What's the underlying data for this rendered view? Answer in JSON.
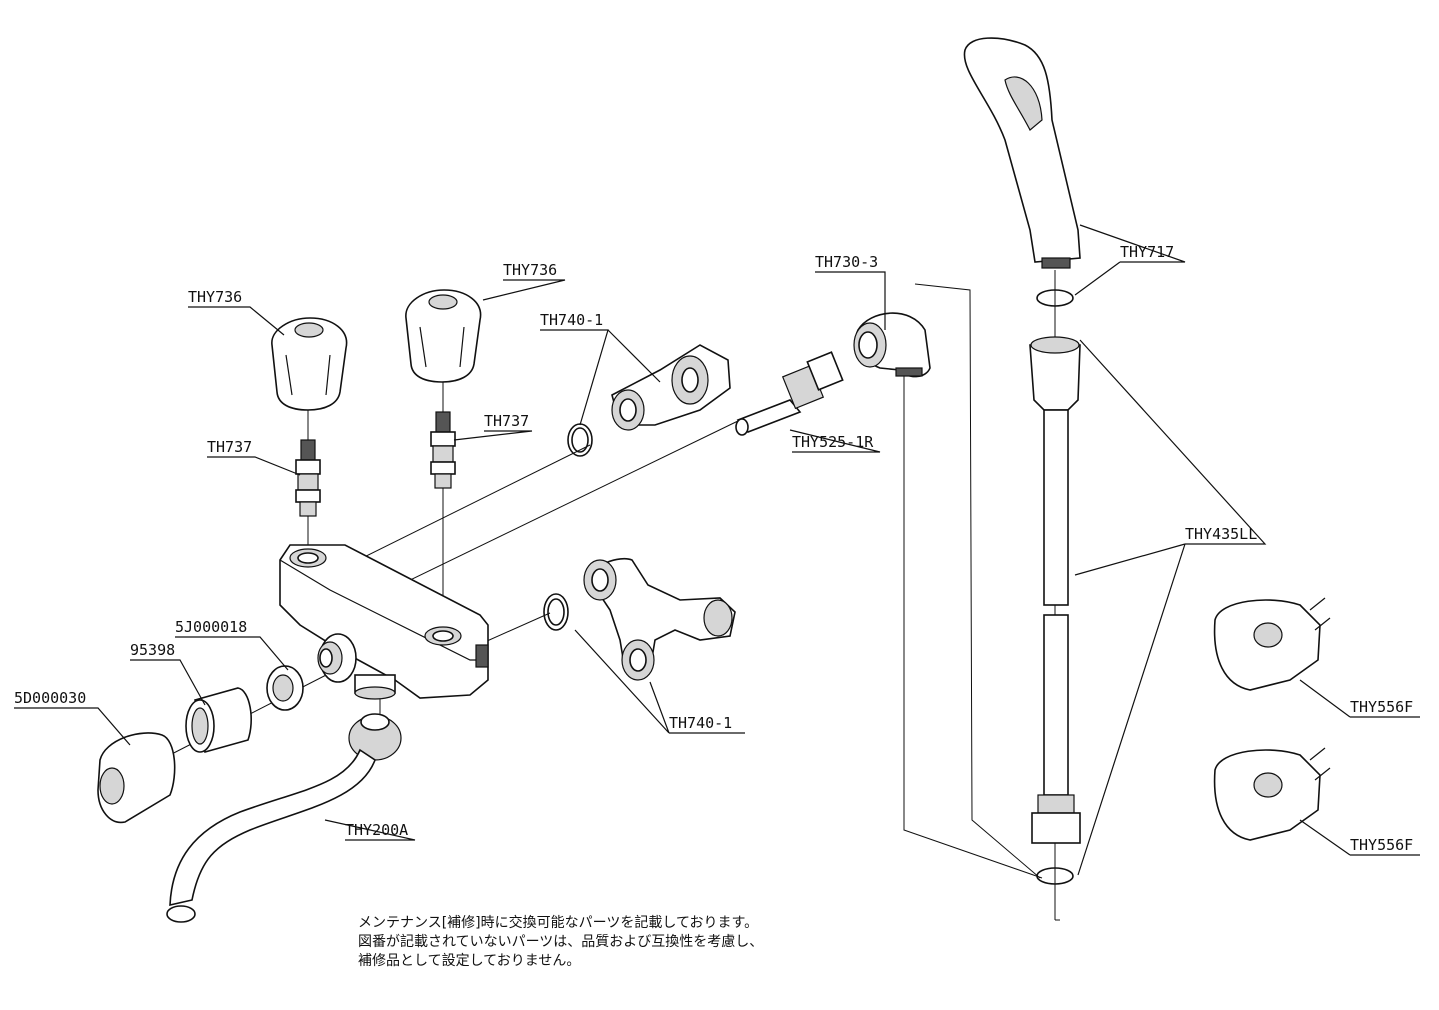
{
  "labels": {
    "thy736_left": "THY736",
    "thy736_right": "THY736",
    "th737_left": "TH737",
    "th737_right": "TH737",
    "th740_1_top": "TH740-1",
    "th740_1_bottom": "TH740-1",
    "th730_3": "TH730-3",
    "thy525_1r": "THY525-1R",
    "thy717": "THY717",
    "thy435ll": "THY435LL",
    "thy556f_top": "THY556F",
    "thy556f_bottom": "THY556F",
    "p5j000018": "5J000018",
    "p95398": "95398",
    "p5d000030": "5D000030",
    "thy200a": "THY200A"
  },
  "note": {
    "line1": "メンテナンス[補修]時に交換可能なパーツを記載しております。",
    "line2": "図番が記載されていないパーツは、品質および互換性を考慮し、",
    "line3": "補修品として設定しておりません。"
  }
}
